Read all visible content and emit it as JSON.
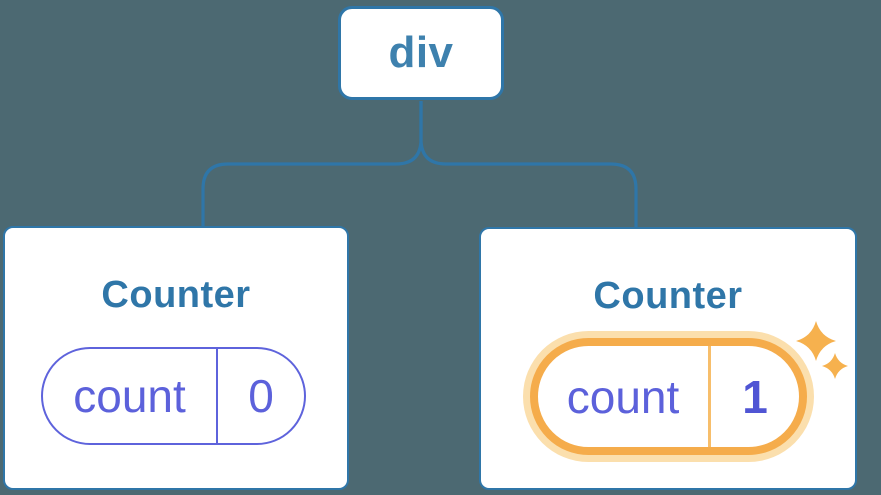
{
  "diagram": {
    "description": "React component tree: a div root with two Counter children; second Counter state updated",
    "root": {
      "label": "div"
    },
    "components": [
      {
        "title": "Counter",
        "state_name": "count",
        "state_value": "0",
        "highlighted": false
      },
      {
        "title": "Counter",
        "state_name": "count",
        "state_value": "1",
        "highlighted": true
      }
    ]
  },
  "icons": {
    "sparkles": "two four-point stars marking updated state"
  },
  "colors": {
    "background": "#4C6972",
    "card_background": "#FFFFFF",
    "tree_line_blue": "#2F76A8",
    "root_label_blue": "#3E81AE",
    "title_blue": "#2F76A8",
    "state_indigo": "#5C61DB",
    "state_border_indigo": "#5E63DC",
    "state_value_bold_indigo": "#5055D4",
    "highlight_ring_orange": "#F5AC4B",
    "highlight_halo_orange": "#FBDFAD",
    "highlight_divider_orange": "#F7BE6B",
    "sparkle_orange": "#F6B14E"
  }
}
